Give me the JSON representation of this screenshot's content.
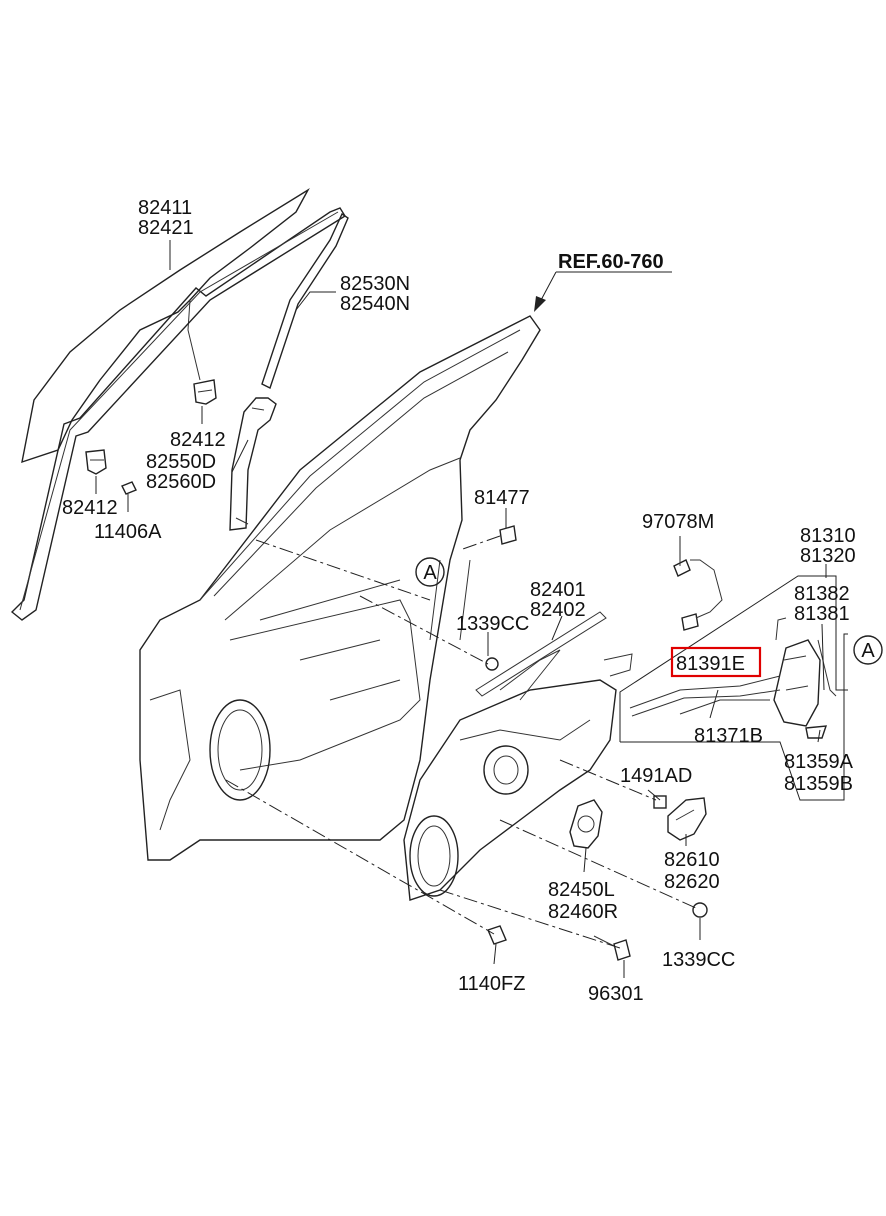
{
  "ref_label": "REF.60-760",
  "callout_label": "A",
  "highlight_color": "#e00000",
  "labels": {
    "glass_1": "82411",
    "glass_2": "82421",
    "run_1": "82530N",
    "run_2": "82540N",
    "holder_upper": "82412",
    "channel_1": "82550D",
    "channel_2": "82560D",
    "holder_lower": "82412",
    "bolt_a": "11406A",
    "bolt_b": "81477",
    "actuator": "97078M",
    "latch_1": "81310",
    "latch_2": "81320",
    "rod_1": "81382",
    "rod_2": "81381",
    "regulator_1": "82401",
    "regulator_2": "82402",
    "nut_upper": "1339CC",
    "cable_e": "81391E",
    "cable_b": "81371B",
    "cover_1": "81359A",
    "cover_2": "81359B",
    "clip": "1491AD",
    "handle_1": "82610",
    "handle_2": "82620",
    "motor_1": "82450L",
    "motor_2": "82460R",
    "nut_lower": "1339CC",
    "bolt_c": "1140FZ",
    "screw": "96301"
  }
}
